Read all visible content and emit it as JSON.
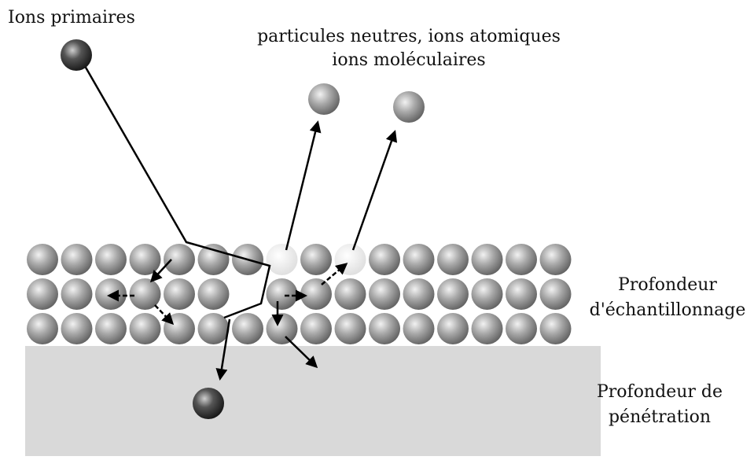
{
  "labels": {
    "primary_ions": "Ions primaires",
    "emitted_line1": "particules neutres, ions atomiques",
    "emitted_line2": "ions moléculaires",
    "sampling_line1": "Profondeur",
    "sampling_line2": "d'échantillonnage",
    "penetration_line1": "Profondeur de",
    "penetration_line2": "pénétration"
  },
  "colors": {
    "substrate": "#d9d9d9",
    "atom": "#9a9a9a",
    "vacancy": "#e6e6e6",
    "ion": "#3c3c3c",
    "emitted": "#a8a8a8"
  }
}
